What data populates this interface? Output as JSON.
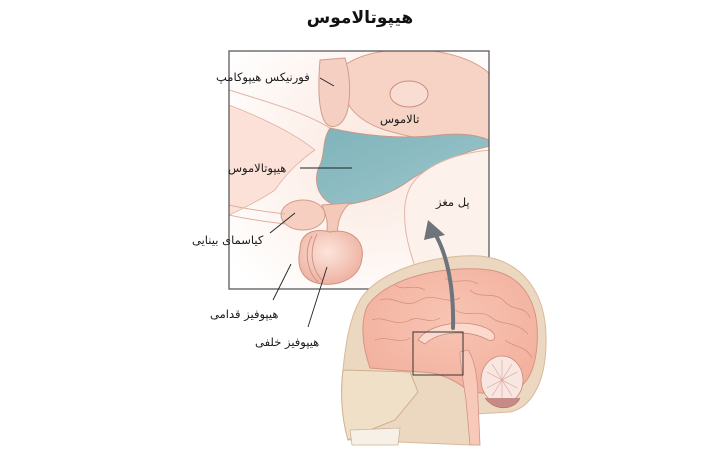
{
  "title": "هیپوتالاموس",
  "labels": {
    "fornix": "فورنیکس هیپوکامپ",
    "thalamus": "تالاموس",
    "hypothalamus": "هیپوتالاموس",
    "pons": "پل مغز",
    "optic_chiasm": "کیاسمای بینایی",
    "anterior_pituitary": "هیپوفیز قدامی",
    "posterior_pituitary": "هیپوفیز خلفی"
  },
  "colors": {
    "tissue": "#f6cfc0",
    "tissue_dark": "#e8a99a",
    "hypothalamus": "#8fbcc2",
    "skull": "#ead7bd",
    "frame": "#555555",
    "arrow": "#6e747b"
  }
}
